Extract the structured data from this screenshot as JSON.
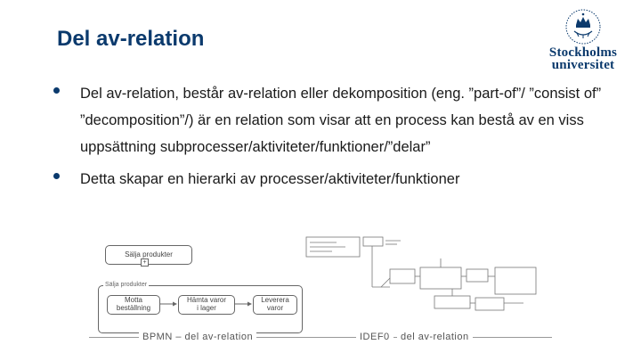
{
  "slide": {
    "title": "Del av-relation",
    "logo": {
      "line1": "Stockholms",
      "line2": "universitet"
    }
  },
  "bullets": [
    {
      "text": "Del av-relation, består av-relation eller dekomposition (eng. ”part-of”/ ”consist of” ”decomposition”/) är en relation som visar att en process kan bestå av en viss uppsättning subprocesser/aktiviteter/funktioner/”delar”"
    },
    {
      "text": "Detta skapar en hierarki av processer/aktiviteter/funktioner"
    }
  ],
  "bpmn": {
    "top_task": "Sälja produkter",
    "subprocess_label": "Sälja produkter",
    "tasks": [
      {
        "line1": "Motta",
        "line2": "beställning"
      },
      {
        "line1": "Hämta varor",
        "line2": "i lager"
      },
      {
        "line1": "Leverera",
        "line2": "varor"
      }
    ],
    "caption": "BPMN – del av-relation"
  },
  "idef0": {
    "caption_left": "IDEF0",
    "caption_right": "del av-relation"
  },
  "colors": {
    "title": "#0b3a6d",
    "text": "#1a1a1a",
    "diagram": "#666666"
  }
}
